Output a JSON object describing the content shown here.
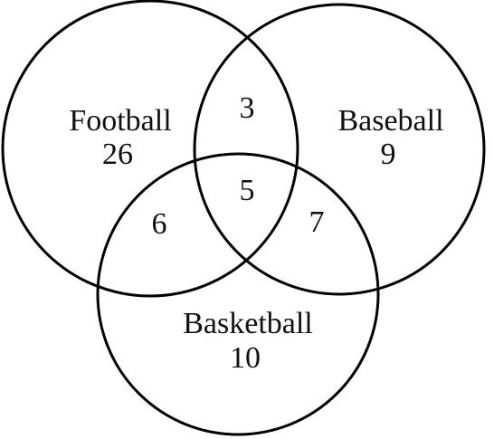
{
  "venn": {
    "sets": [
      {
        "name": "Football",
        "only_count": "26"
      },
      {
        "name": "Baseball",
        "only_count": "9"
      },
      {
        "name": "Basketball",
        "only_count": "10"
      }
    ],
    "football_baseball_only": "3",
    "football_basketball_only": "6",
    "baseball_basketball_only": "7",
    "all_three": "5"
  }
}
